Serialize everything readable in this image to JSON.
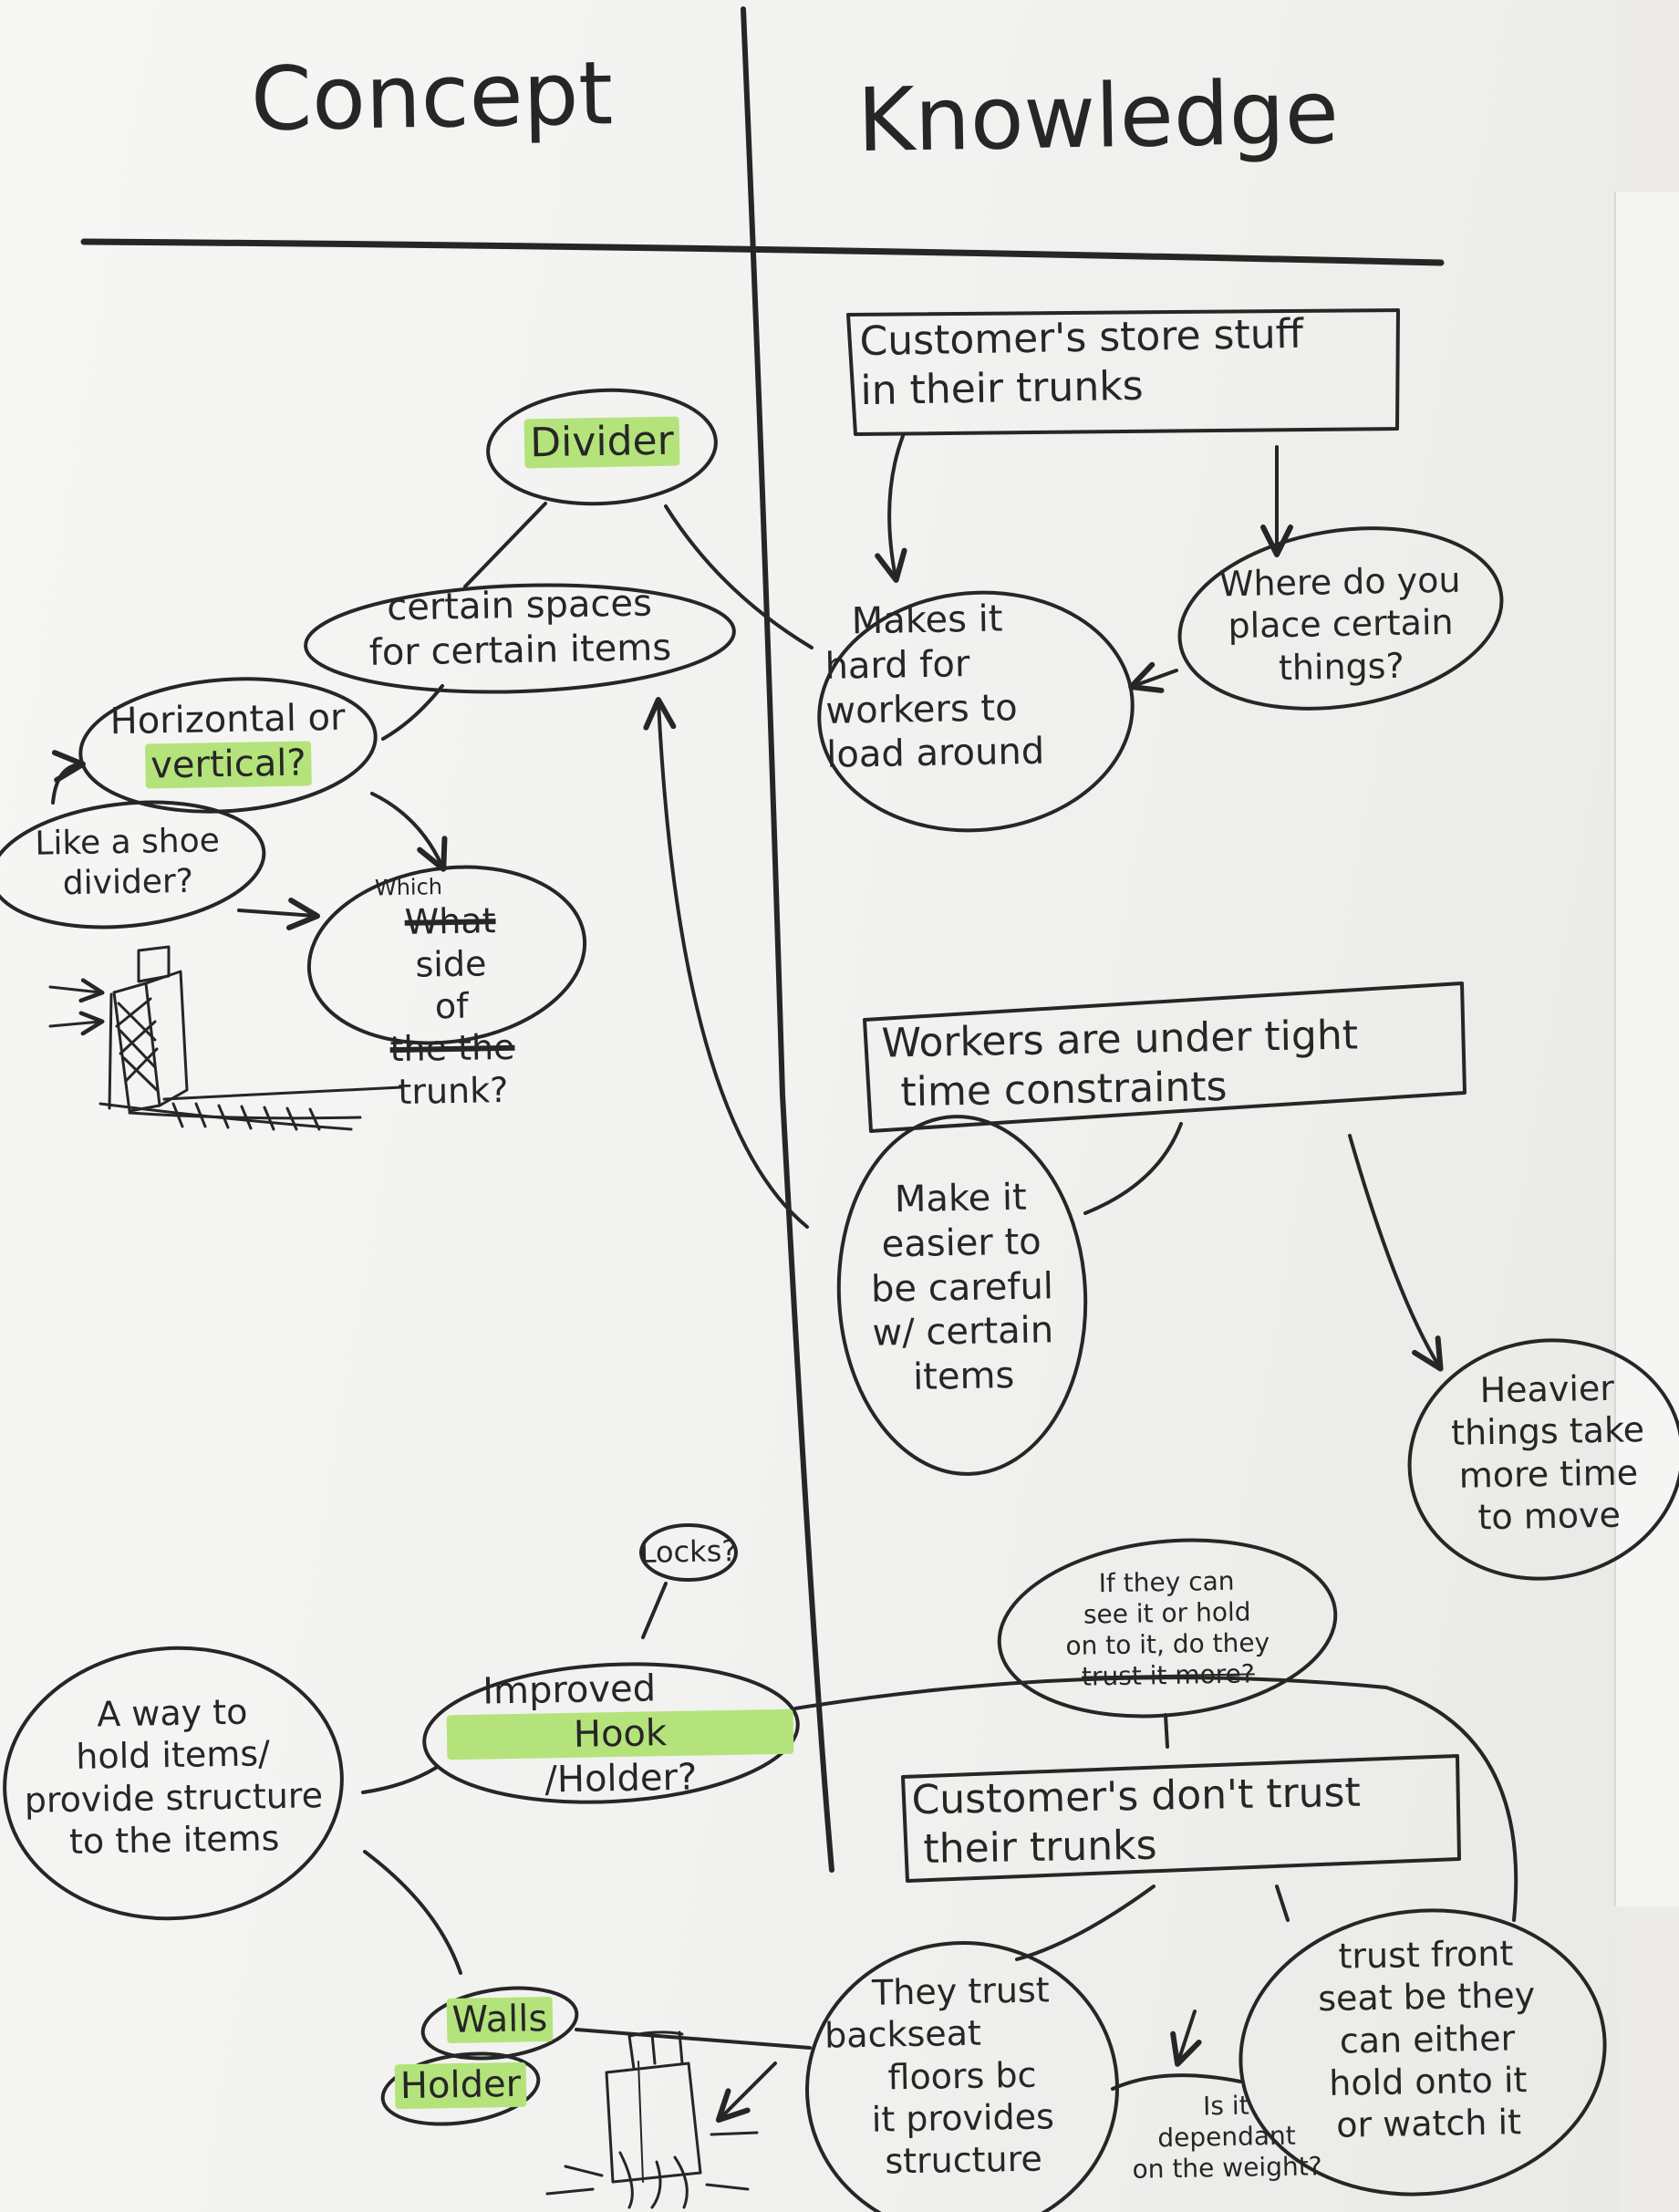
{
  "headers": {
    "concept": "Concept",
    "knowledge": "Knowledge"
  },
  "colors": {
    "highlight": "#b4e37b",
    "ink": "#262626",
    "paper": "#f3f3f1"
  },
  "concept": {
    "divider": "Divider",
    "certain_spaces": [
      "certain spaces",
      "for certain items"
    ],
    "horizontal_or": "Horizontal or",
    "vertical": "vertical?",
    "shoe_divider": [
      "Like a shoe",
      "divider?"
    ],
    "which_side": {
      "inserted": "Which",
      "scribble1": "What",
      "side": "side",
      "of": "of",
      "scribble2": "the the",
      "trunk": "trunk?"
    },
    "locks": "Locks?",
    "improved": "Improved",
    "hook": "Hook",
    "holder_slash": "/Holder?",
    "way_to_hold": [
      "A way to",
      "hold items/",
      "provide structure",
      "to the items"
    ],
    "walls": "Walls",
    "holder": "Holder"
  },
  "knowledge": {
    "store_stuff": [
      "Customer's store stuff",
      "in their trunks"
    ],
    "hard_to_load": [
      "Makes it",
      "hard for",
      "workers to",
      "load around"
    ],
    "where_place": [
      "Where do you",
      "place certain",
      "things?"
    ],
    "time_constraints": [
      "Workers are under tight",
      "time constraints"
    ],
    "easier_careful": [
      "Make it",
      "easier to",
      "be careful",
      "w/ certain",
      "items"
    ],
    "heavier": [
      "Heavier",
      "things take",
      "more time",
      "to move"
    ],
    "see_hold": [
      "If they can",
      "see it or hold",
      "on to it, do they",
      "trust it more?"
    ],
    "dont_trust": [
      "Customer's don't trust",
      "their trunks"
    ],
    "trust_backseat": [
      "They trust",
      "backseat",
      "floors bc",
      "it provides",
      "structure"
    ],
    "trust_front": [
      "trust front",
      "seat be they",
      "can either",
      "hold onto it",
      "or watch it"
    ],
    "dependant_weight": [
      "Is it",
      "dependant",
      "on the weight?"
    ]
  }
}
